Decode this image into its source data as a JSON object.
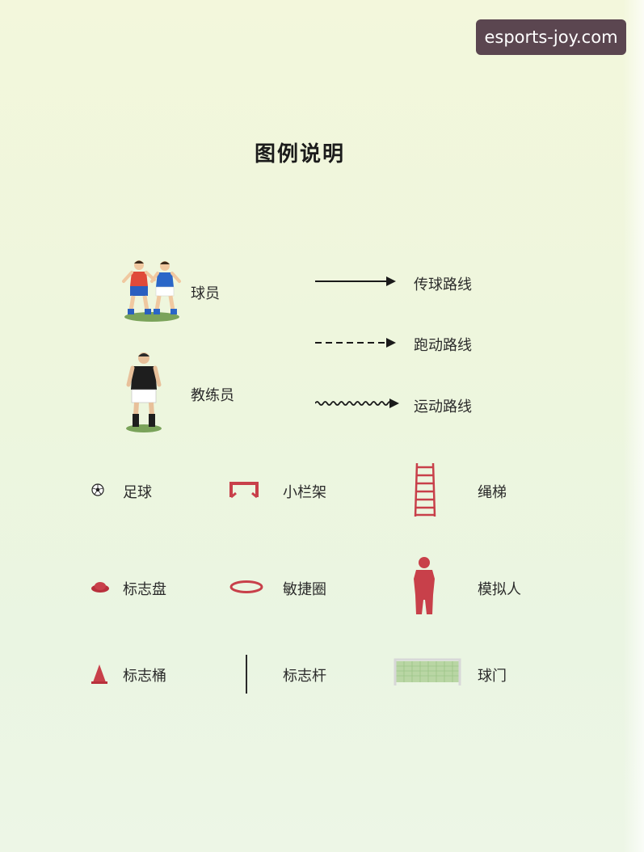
{
  "watermark": "esports-joy.com",
  "title": "图例说明",
  "colors": {
    "background": "#f1f6df",
    "equipment_red": "#c8404a",
    "player_red_shirt": "#e04a3a",
    "player_blue_shirt": "#2a66c8",
    "goal_net": "#b9d6a4"
  },
  "people": {
    "players": {
      "icon": "two-players-icon",
      "label": "球员"
    },
    "coach": {
      "icon": "coach-icon",
      "label": "教练员"
    }
  },
  "lines": [
    {
      "icon": "solid-arrow-icon",
      "label": "传球路线"
    },
    {
      "icon": "dashed-arrow-icon",
      "label": "跑动路线"
    },
    {
      "icon": "wavy-arrow-icon",
      "label": "运动路线"
    }
  ],
  "equipment": [
    {
      "icon": "soccer-ball-icon",
      "label": "足球"
    },
    {
      "icon": "mini-hurdle-icon",
      "label": "小栏架"
    },
    {
      "icon": "agility-ladder-icon",
      "label": "绳梯"
    },
    {
      "icon": "marker-disc-icon",
      "label": "标志盘"
    },
    {
      "icon": "agility-ring-icon",
      "label": "敏捷圈"
    },
    {
      "icon": "training-dummy-icon",
      "label": "模拟人"
    },
    {
      "icon": "marker-cone-icon",
      "label": "标志桶"
    },
    {
      "icon": "marker-pole-icon",
      "label": "标志杆"
    },
    {
      "icon": "goal-icon",
      "label": "球门"
    }
  ]
}
